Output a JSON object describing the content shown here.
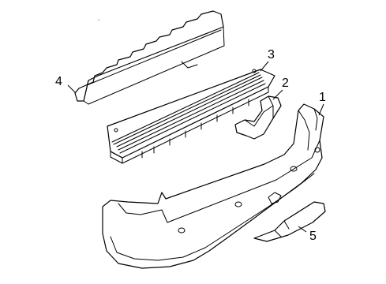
{
  "diagram": {
    "callouts": [
      {
        "id": "part-1",
        "label": "1"
      },
      {
        "id": "part-2",
        "label": "2"
      },
      {
        "id": "part-3",
        "label": "3"
      },
      {
        "id": "part-4",
        "label": "4"
      },
      {
        "id": "part-5",
        "label": "5"
      }
    ]
  }
}
